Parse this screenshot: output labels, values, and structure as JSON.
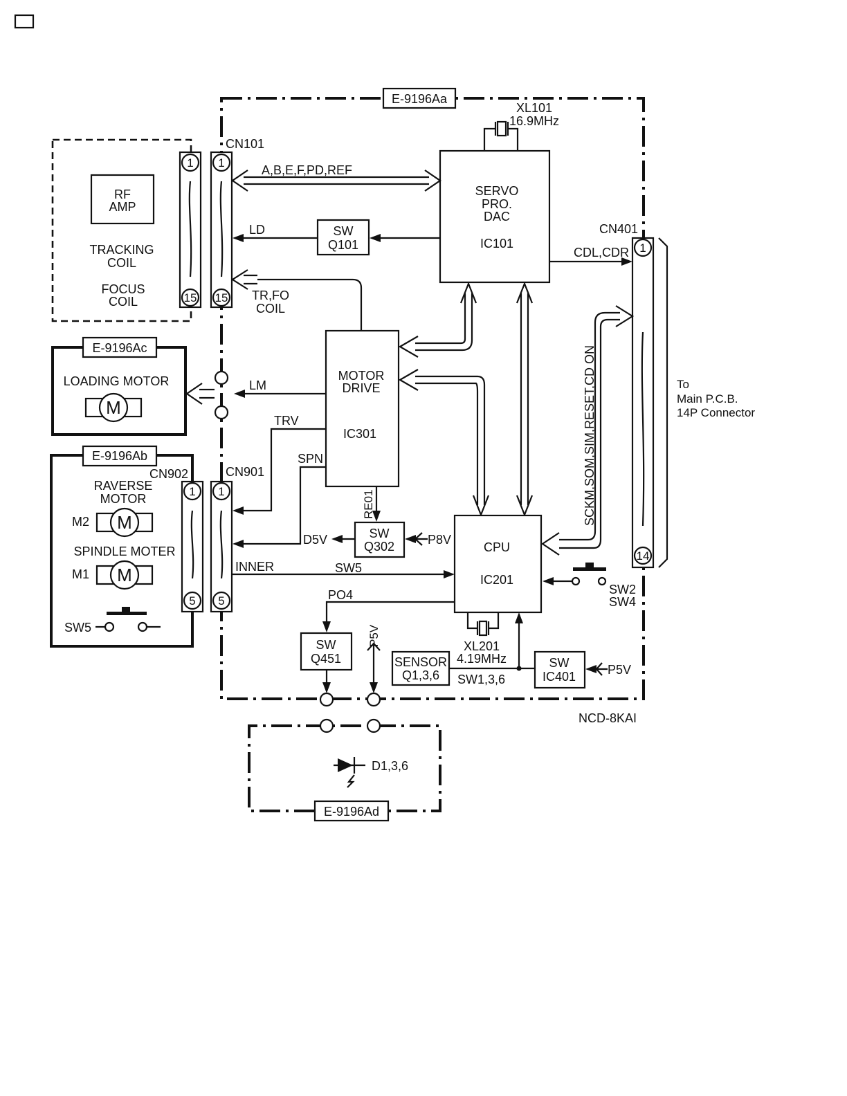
{
  "boards": {
    "main": "E-9196Aa",
    "loading": "E-9196Ac",
    "reverse": "E-9196Ab",
    "led": "E-9196Ad",
    "model": "NCD-8KAI"
  },
  "pickup": {
    "rf_amp_line1": "RF",
    "rf_amp_line2": "AMP",
    "tracking_line1": "TRACKING",
    "tracking_line2": "COIL",
    "focus_line1": "FOCUS",
    "focus_line2": "COIL"
  },
  "connectors": {
    "cn101": "CN101",
    "cn401": "CN401",
    "cn901": "CN901",
    "cn902": "CN902",
    "pin1": "1",
    "pin15": "15",
    "pin14": "14",
    "pin5": "5"
  },
  "crystals": {
    "xl101_name": "XL101",
    "xl101_freq": "16.9MHz",
    "xl201_name": "XL201",
    "xl201_freq": "4.19MHz"
  },
  "blocks": {
    "servo_line1": "SERVO",
    "servo_line2": "PRO.",
    "servo_line3": "DAC",
    "servo_ic": "IC101",
    "motor_line1": "MOTOR",
    "motor_line2": "DRIVE",
    "motor_ic": "IC301",
    "cpu": "CPU",
    "cpu_ic": "IC201",
    "sw": "SW",
    "q101": "Q101",
    "q302": "Q302",
    "q451": "Q451",
    "ic401": "IC401",
    "sensor": "SENSOR",
    "sensor_q": "Q1,3,6"
  },
  "signals": {
    "abef": "A,B,E,F,PD,REF",
    "ld": "LD",
    "trfo_line1": "TR,FO",
    "trfo_line2": "COIL",
    "cdl": "CDL,CDR",
    "lm": "LM",
    "trv": "TRV",
    "spn": "SPN",
    "re01": "RE01",
    "d5v": "D5V",
    "p8v": "P8V",
    "inner": "INNER",
    "sw5": "SW5",
    "po4": "PO4",
    "p5v": "P5V",
    "sw136": "SW1,3,6",
    "sw2": "SW2",
    "sw4": "SW4",
    "bus": "SCKM,SOM,SIM,RESET,CD ON"
  },
  "motors": {
    "loading": "LOADING MOTOR",
    "reverse_line1": "RAVERSE",
    "reverse_line2": "MOTOR",
    "spindle": "SPINDLE MOTER",
    "m": "M",
    "m1": "M1",
    "m2": "M2",
    "sw5": "SW5"
  },
  "external": {
    "to_line1": "To",
    "to_line2": "Main P.C.B.",
    "to_line3": "14P Connector"
  },
  "led": {
    "label": "D1,3,6"
  }
}
